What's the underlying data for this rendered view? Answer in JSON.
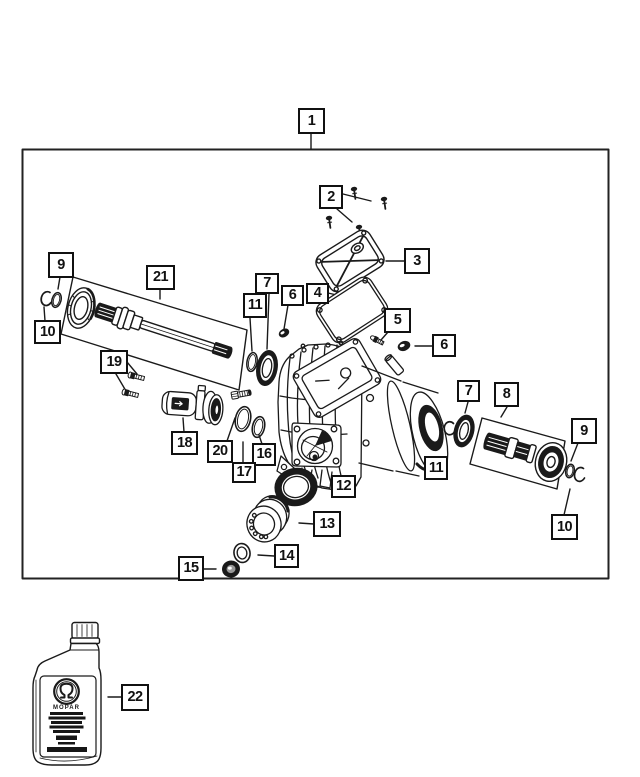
{
  "callouts": {
    "c1": "1",
    "c2": "2",
    "c3": "3",
    "c4": "4",
    "c5": "5",
    "c6_left": "6",
    "c6_right": "6",
    "c7_left": "7",
    "c7_right": "7",
    "c8": "8",
    "c9_left": "9",
    "c9_right": "9",
    "c10_left": "10",
    "c10_right": "10",
    "c11_left": "11",
    "c11_right": "11",
    "c12": "12",
    "c13": "13",
    "c14": "14",
    "c15": "15",
    "c16": "16",
    "c17": "17",
    "c18": "18",
    "c19": "19",
    "c20": "20",
    "c21": "21",
    "c22": "22"
  },
  "bottle": {
    "brand": "MOPAR"
  },
  "colors": {
    "line": "#1a1a1a",
    "background": "#ffffff"
  }
}
